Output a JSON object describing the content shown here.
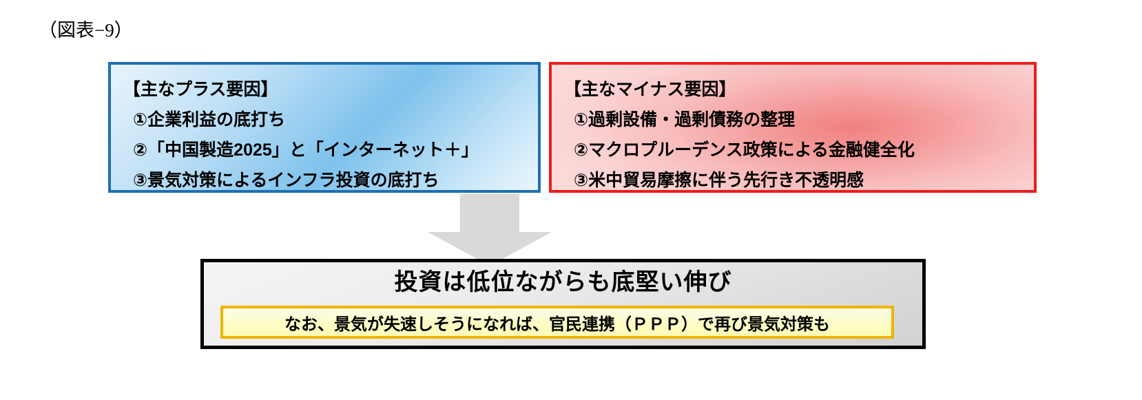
{
  "figure": {
    "label": "（図表−9）"
  },
  "plus_box": {
    "heading": "【主なプラス要因】",
    "items": [
      "①企業利益の底打ち",
      "②「中国製造2025」と「インターネット＋」",
      "③景気対策によるインフラ投資の底打ち"
    ],
    "border_color": "#1F6FB2",
    "fill_color": "#7EC2EC"
  },
  "minus_box": {
    "heading": "【主なマイナス要因】",
    "items": [
      "①過剰設備・過剰債務の整理",
      "②マクロプルーデンス政策による金融健全化",
      "③米中貿易摩擦に伴う先行き不透明感"
    ],
    "border_color": "#EE1C1C",
    "fill_color": "#F08080"
  },
  "arrow": {
    "name": "down-arrow",
    "color": "#D9D9D9"
  },
  "conclusion": {
    "headline": "投資は低位ながらも底堅い伸び",
    "note": "なお、景気が失速しそうになれば、官民連携（ＰＰＰ）で再び景気対策も",
    "border_color": "#000000",
    "note_border_color": "#F0B400",
    "note_fill_color": "#FDFCC4"
  }
}
